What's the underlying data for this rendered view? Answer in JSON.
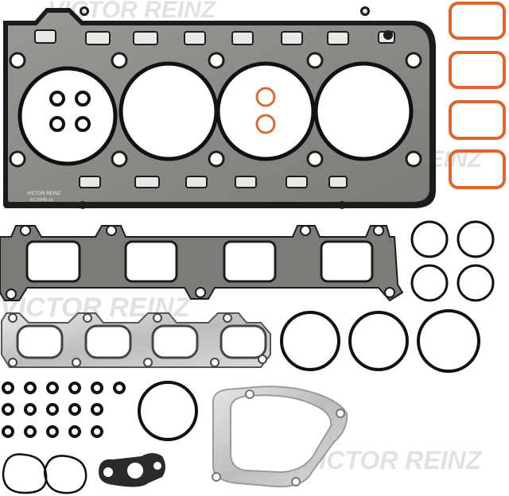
{
  "photo": {
    "watermark_text": "VICTOR REINZ",
    "head_gasket_stamp_line1": "VICTOR REINZ",
    "head_gasket_stamp_line2": "61-37045-10"
  },
  "colors": {
    "background": "#ffffff",
    "gasket_dark": "#1c1c1c",
    "gasket_body": "#8c8a86",
    "metal_light": "#d8d8d6",
    "metal_mid": "#b6b6b4",
    "orange_seal": "#e0632e",
    "orange_ring": "#d86a3a",
    "black_ring": "#101010",
    "watermark": "#c9c9c9"
  },
  "parts": [
    "cylinder-head-gasket",
    "intake-manifold-gaskets",
    "intake-manifold-gasket",
    "exhaust-manifold-gasket",
    "o-rings",
    "valve-stem-seals",
    "turbo-gasket",
    "small-flange-gasket"
  ]
}
